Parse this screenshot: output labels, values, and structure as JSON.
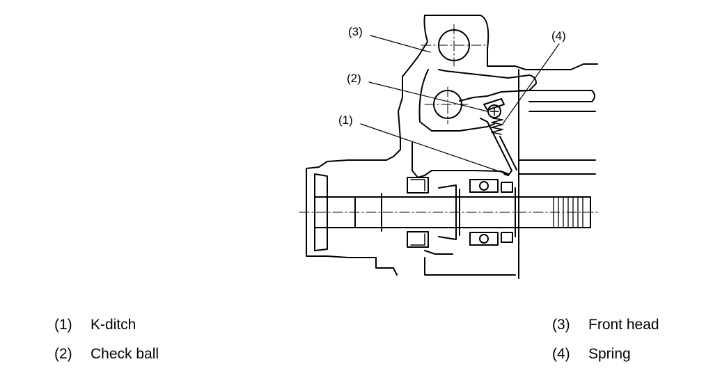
{
  "callouts": {
    "c1": "(1)",
    "c2": "(2)",
    "c3": "(3)",
    "c4": "(4)"
  },
  "legend": [
    {
      "number": "(1)",
      "label": "K-ditch"
    },
    {
      "number": "(2)",
      "label": "Check ball"
    },
    {
      "number": "(3)",
      "label": "Front head"
    },
    {
      "number": "(4)",
      "label": "Spring"
    }
  ]
}
